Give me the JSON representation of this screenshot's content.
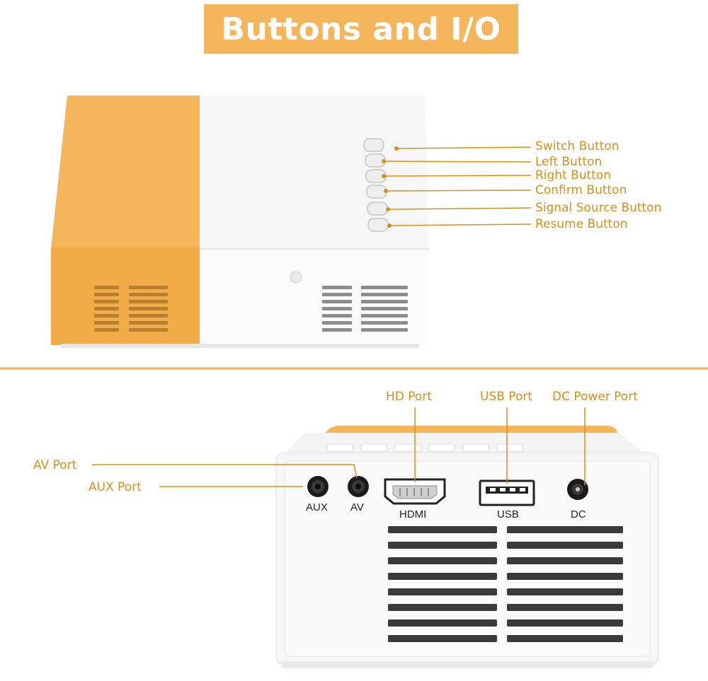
{
  "title": "Buttons and I/O",
  "colors": {
    "accent": "#f5b55a",
    "label": "#d8901c",
    "body": "#f4f4f4"
  },
  "top_callouts": [
    "Switch Button",
    "Left Button",
    "Right Button",
    "Confirm Button",
    "Signal Source Button",
    "Resume Button"
  ],
  "bottom_callouts": {
    "hd": "HD Port",
    "usb": "USB Port",
    "dc": "DC Power Port",
    "av": "AV Port",
    "aux": "AUX Port"
  },
  "panel_labels": {
    "aux": "AUX",
    "av": "AV",
    "hdmi": "HDMI",
    "usb": "USB",
    "dc": "DC"
  }
}
